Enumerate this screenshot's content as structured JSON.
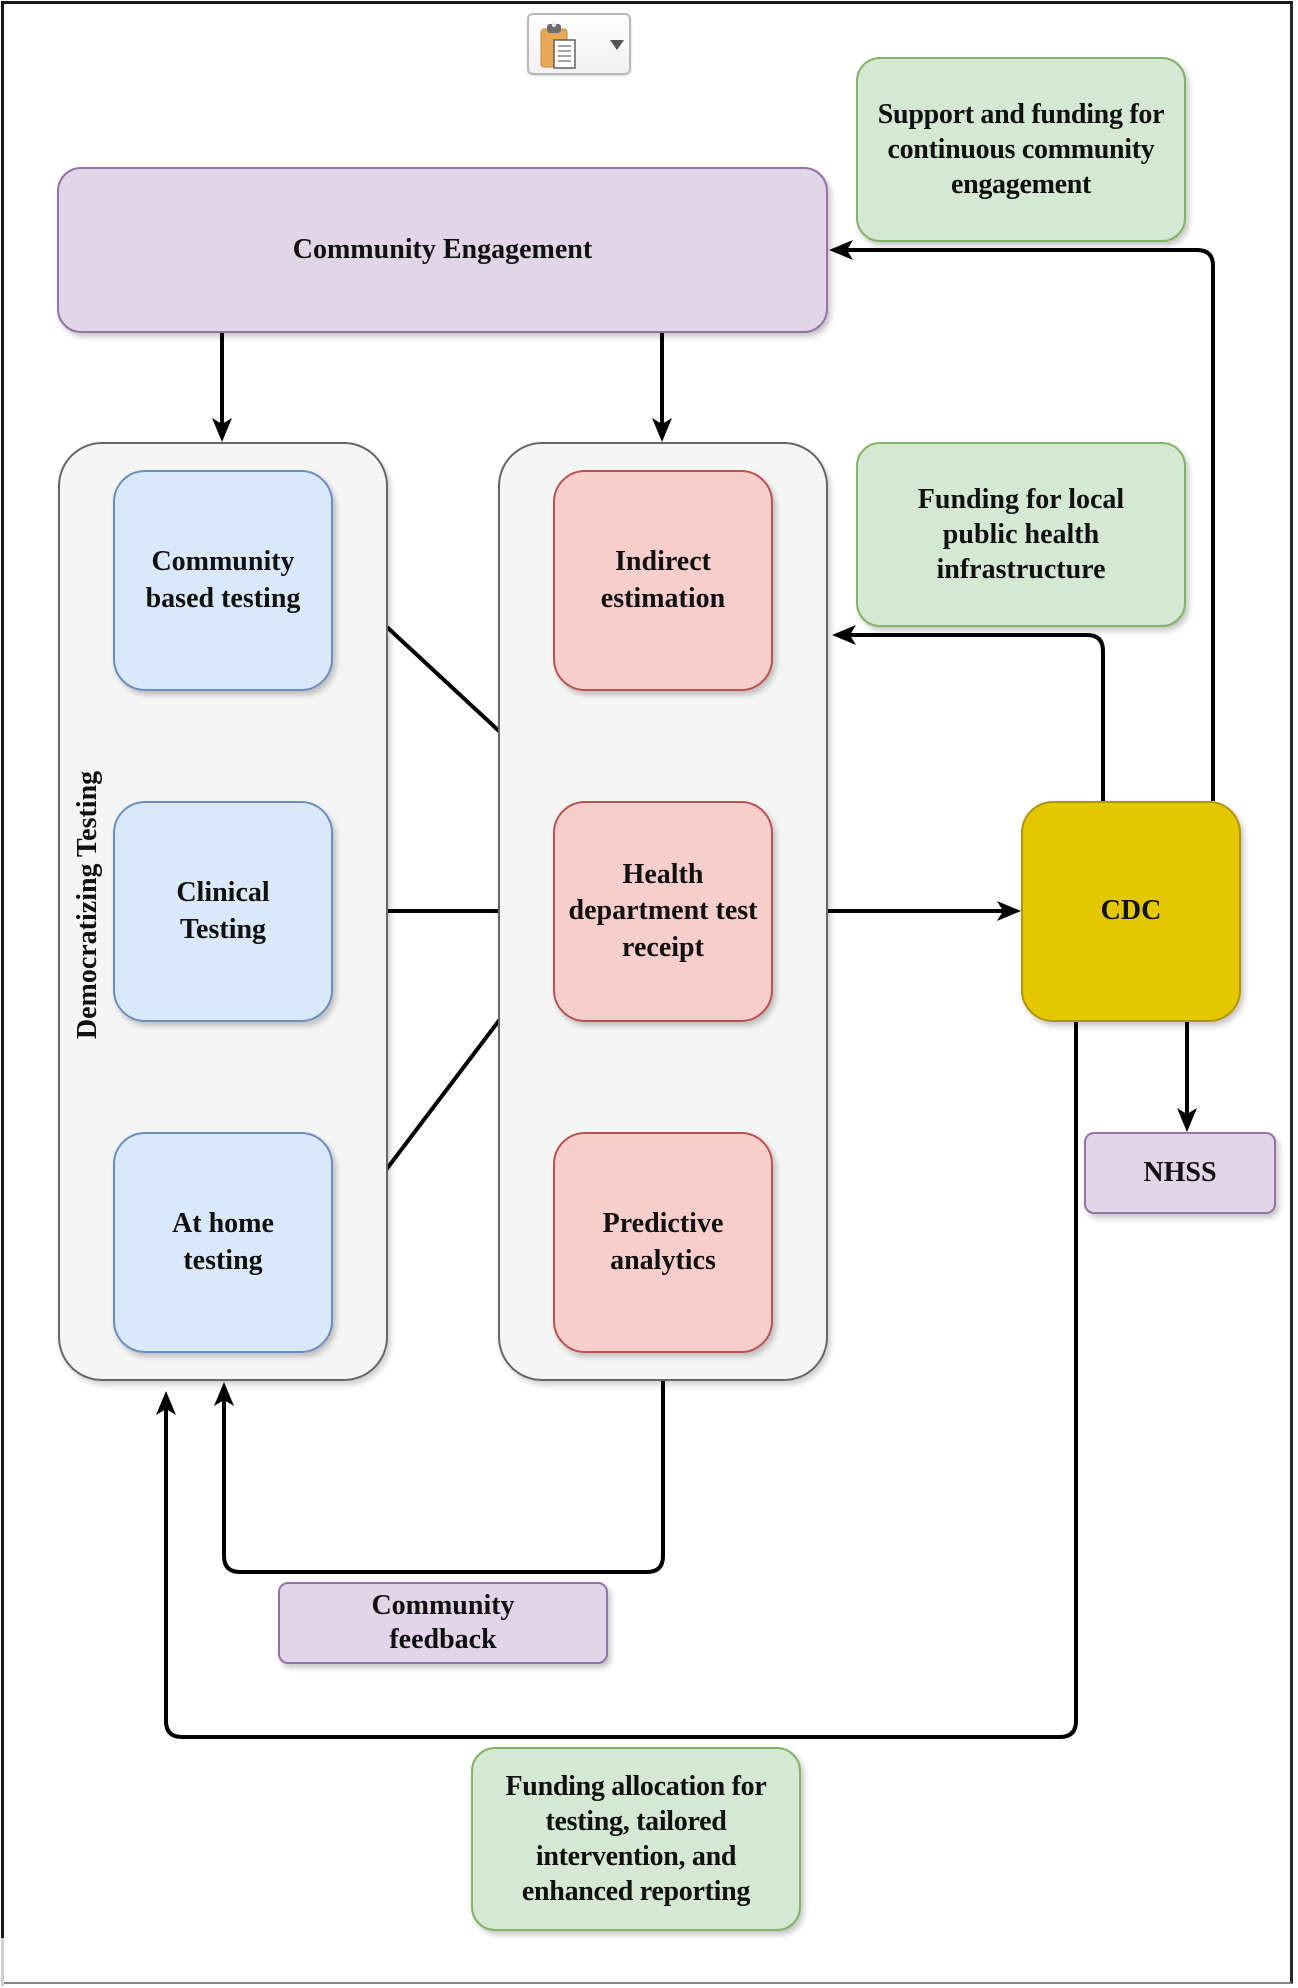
{
  "toolbar": {
    "paste_button": {
      "icon": "clipboard-icon",
      "dropdown_icon": "dropdown-triangle-icon"
    }
  },
  "diagram": {
    "community_engagement": "Community Engagement",
    "group_labels": {
      "democratizing_testing": "Democratizing Testing"
    },
    "testing_nodes": [
      {
        "id": "community-based-testing",
        "label": "Community based testing"
      },
      {
        "id": "clinical-testing",
        "label": "Clinical Testing"
      },
      {
        "id": "at-home-testing",
        "label": "At home testing"
      }
    ],
    "health_nodes": [
      {
        "id": "indirect-estimation",
        "label": "Indirect estimation"
      },
      {
        "id": "health-department-test-receipt",
        "label": "Health department test receipt"
      },
      {
        "id": "predictive-analytics",
        "label": "Predictive analytics"
      }
    ],
    "cdc": "CDC",
    "nhss": "NHSS",
    "notes": {
      "support_funding": "Support and funding for continuous community engagement",
      "local_funding": "Funding for local public health infrastructure",
      "community_feedback": "Community feedback",
      "funding_allocation": "Funding allocation for testing, tailored intervention, and enhanced reporting"
    },
    "colors": {
      "purple_fill": "#e1d5e7",
      "blue_fill": "#dae8fc",
      "red_fill": "#f8cecc",
      "green_fill": "#d5e8d4",
      "cdc_fill": "#e3c800",
      "group_fill": "#f5f5f5"
    },
    "edges": [
      {
        "from": "Community Engagement",
        "to": "Democratizing Testing group"
      },
      {
        "from": "Community Engagement",
        "to": "Health department group"
      },
      {
        "from": "Community based testing",
        "to": "Clinical Testing"
      },
      {
        "from": "At home testing",
        "to": "Clinical Testing"
      },
      {
        "from": "Community based testing",
        "to": "Health department test receipt"
      },
      {
        "from": "Clinical Testing",
        "to": "Health department test receipt"
      },
      {
        "from": "At home testing",
        "to": "Health department test receipt"
      },
      {
        "from": "Indirect estimation",
        "to": "Health department test receipt",
        "bidirectional": true
      },
      {
        "from": "Health department test receipt",
        "to": "Predictive analytics",
        "bidirectional": true
      },
      {
        "from": "Health department group",
        "to": "CDC"
      },
      {
        "from": "CDC",
        "to": "NHSS"
      },
      {
        "from": "CDC",
        "to": "Community Engagement",
        "label": "Support and funding for continuous community engagement"
      },
      {
        "from": "CDC",
        "to": "Health department group",
        "label": "Funding for local public health infrastructure"
      },
      {
        "from": "Health department group",
        "to": "Democratizing Testing group",
        "label": "Community feedback"
      },
      {
        "from": "CDC",
        "to": "Democratizing Testing group",
        "label": "Funding allocation for testing, tailored intervention, and enhanced reporting"
      }
    ]
  }
}
